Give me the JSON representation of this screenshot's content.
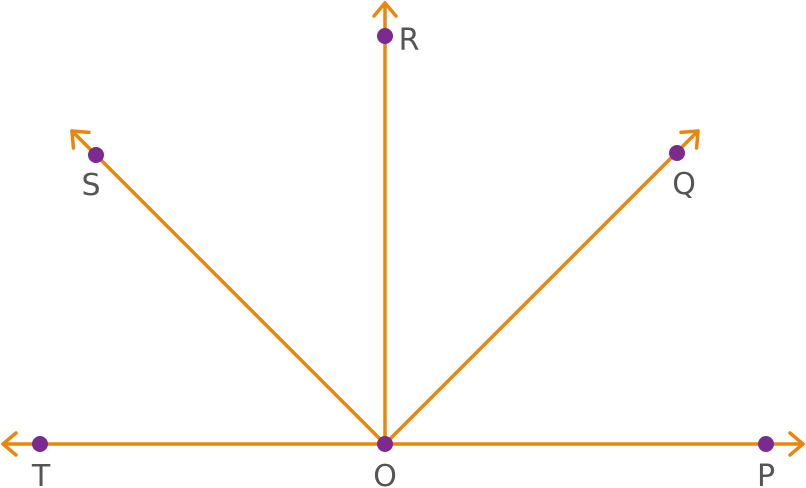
{
  "colors": {
    "ray": "#E8870C",
    "point": "#7B2A8F",
    "label": "#555555",
    "background": "#FFFFFF"
  },
  "points": [
    {
      "id": "O",
      "label": "O"
    },
    {
      "id": "P",
      "label": "P"
    },
    {
      "id": "Q",
      "label": "Q"
    },
    {
      "id": "R",
      "label": "R"
    },
    {
      "id": "S",
      "label": "S"
    },
    {
      "id": "T",
      "label": "T"
    }
  ],
  "rays": [
    {
      "id": "OP",
      "from": "O",
      "through": "P"
    },
    {
      "id": "OQ",
      "from": "O",
      "through": "Q"
    },
    {
      "id": "OR",
      "from": "O",
      "through": "R"
    },
    {
      "id": "OS",
      "from": "O",
      "through": "S"
    },
    {
      "id": "OT",
      "from": "O",
      "through": "T"
    }
  ]
}
